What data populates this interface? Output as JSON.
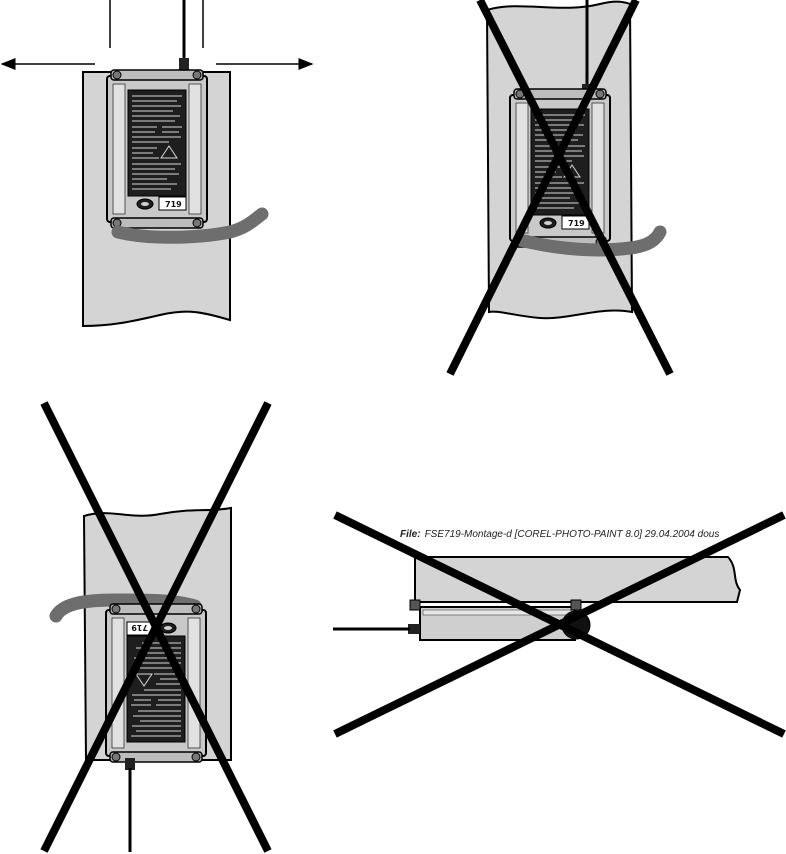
{
  "caption": {
    "label": "File:",
    "text": "FSE719-Montage-d [COREL-PHOTO-PAINT 8.0] 29.04.2004 dous"
  },
  "device": {
    "model_label": "719"
  },
  "panels": [
    {
      "name": "correct-vertical-antenna-up",
      "crossed": false
    },
    {
      "name": "wrong-vertical-with-board",
      "crossed": true
    },
    {
      "name": "wrong-vertical-antenna-down",
      "crossed": true
    },
    {
      "name": "wrong-horizontal-underside",
      "crossed": true
    }
  ],
  "colors": {
    "wall": "#d4d4d4",
    "device": "#c8c8c8",
    "panel": "#1e1e1e",
    "cable": "#6e6e6e",
    "cross": "#000000"
  }
}
